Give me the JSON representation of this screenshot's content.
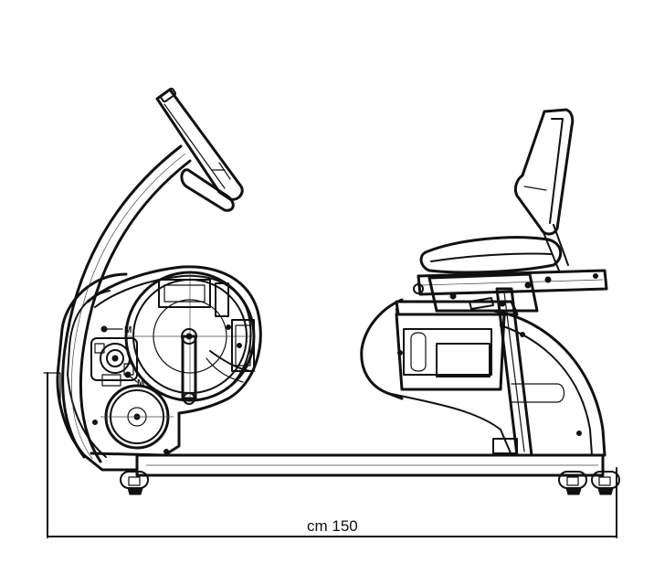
{
  "dimension": {
    "label": "cm 150"
  },
  "markers": {
    "motor_top": "M",
    "motor_bottom": "M"
  }
}
